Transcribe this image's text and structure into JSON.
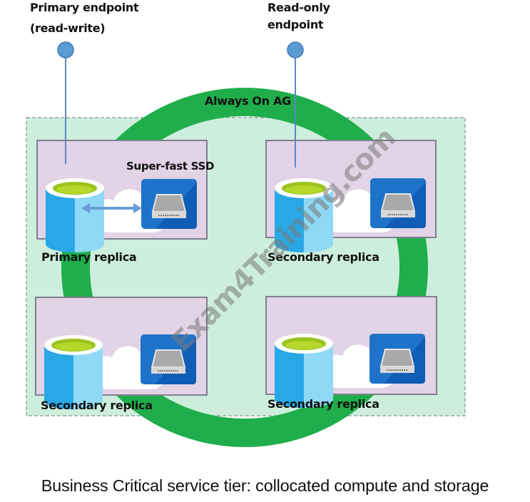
{
  "endpoints": {
    "primary": {
      "line1": "Primary endpoint",
      "line2": "(read-write)"
    },
    "readonly": {
      "line1": "Read-only",
      "line2": "endpoint"
    }
  },
  "ring": {
    "label": "Always On AG",
    "color": "#1fae4b"
  },
  "replicas": [
    {
      "label": "Primary replica",
      "storage_label": "Super-fast SSD",
      "role": "primary"
    },
    {
      "label": "Secondary replica",
      "role": "secondary-readable"
    },
    {
      "label": "Secondary replica",
      "role": "secondary"
    },
    {
      "label": "Secondary replica",
      "role": "secondary"
    }
  ],
  "icons": {
    "database": "database-icon",
    "cloud": "cloud-icon",
    "ssd": "ssd-drive-icon",
    "endpoint": "endpoint-dot-icon",
    "arrow": "bidirectional-arrow-icon"
  },
  "colors": {
    "container_fill": "#cdeedd",
    "replica_fill": "#e2d3e6",
    "endpoint": "#5b9bd5",
    "ssd_tile": "#1e73c8"
  },
  "watermark": "Exam4Training.com",
  "caption": "Business Critical service tier: collocated compute and storage"
}
